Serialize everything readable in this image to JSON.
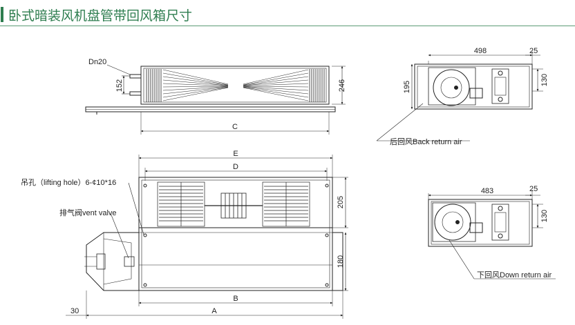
{
  "title": "卧式暗装风机盘管带回风箱尺寸",
  "labels": {
    "dn": "Dn20",
    "dim_152": "152",
    "dim_246": "246",
    "dim_c": "C",
    "dim_498": "498",
    "dim_25_top": "25",
    "dim_195": "195",
    "dim_130_top": "130",
    "back_return": "后回风Back return air",
    "dim_e": "E",
    "dim_d": "D",
    "lifting_hole": "吊孔（lifting hole）6-¢10*16",
    "vent_valve": "排气阀vent valve",
    "dim_205": "205",
    "dim_180": "180",
    "dim_b": "B",
    "dim_a": "A",
    "dim_30": "30",
    "dim_483": "483",
    "dim_25_bottom": "25",
    "dim_130_bottom": "130",
    "down_return": "下回风Down return air"
  }
}
